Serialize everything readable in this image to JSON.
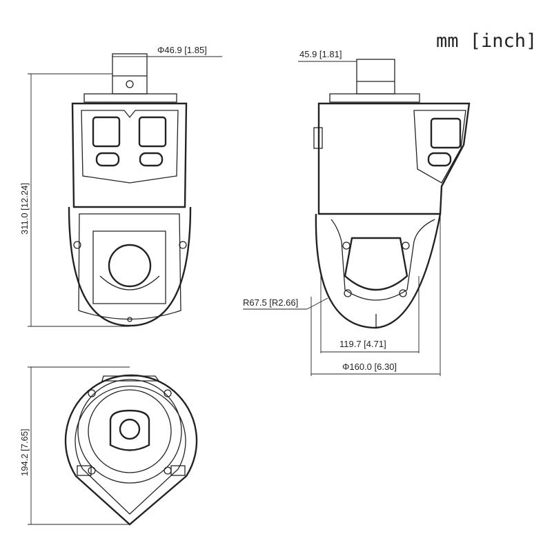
{
  "units_label": "mm [inch]",
  "front_view": {
    "mount_diameter": "Φ46.9 [1.85]",
    "height": "311.0 [12.24]"
  },
  "side_view": {
    "mount_offset": "45.9 [1.81]",
    "radius": "R67.5 [R2.66]",
    "inner_width": "119.7 [4.71]",
    "outer_diameter": "Φ160.0 [6.30]"
  },
  "bottom_view": {
    "depth": "194.2 [7.65]"
  }
}
